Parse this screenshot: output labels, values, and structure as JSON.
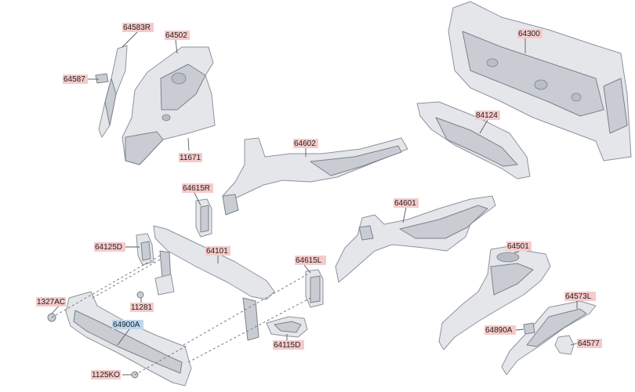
{
  "colors": {
    "label_bg": "#f6caca",
    "label_bg_selected": "#bcd6ee"
  },
  "callouts": {
    "p64583R": "64583R",
    "p64502": "64502",
    "p64587": "64587",
    "p11671": "11671",
    "p64300": "64300",
    "p84124": "84124",
    "p64602": "64602",
    "p64615R": "64615R",
    "p64125D": "64125D",
    "p64101": "64101",
    "p64615L": "64615L",
    "p1327AC": "1327AC",
    "p11281": "11281",
    "p64900A": "64900A",
    "p64115D": "64115D",
    "p1125KO": "1125KO",
    "p64601": "64601",
    "p64501": "64501",
    "p64573L": "64573L",
    "p64890A": "64890A",
    "p64577": "64577"
  },
  "selected_part": "64900A"
}
